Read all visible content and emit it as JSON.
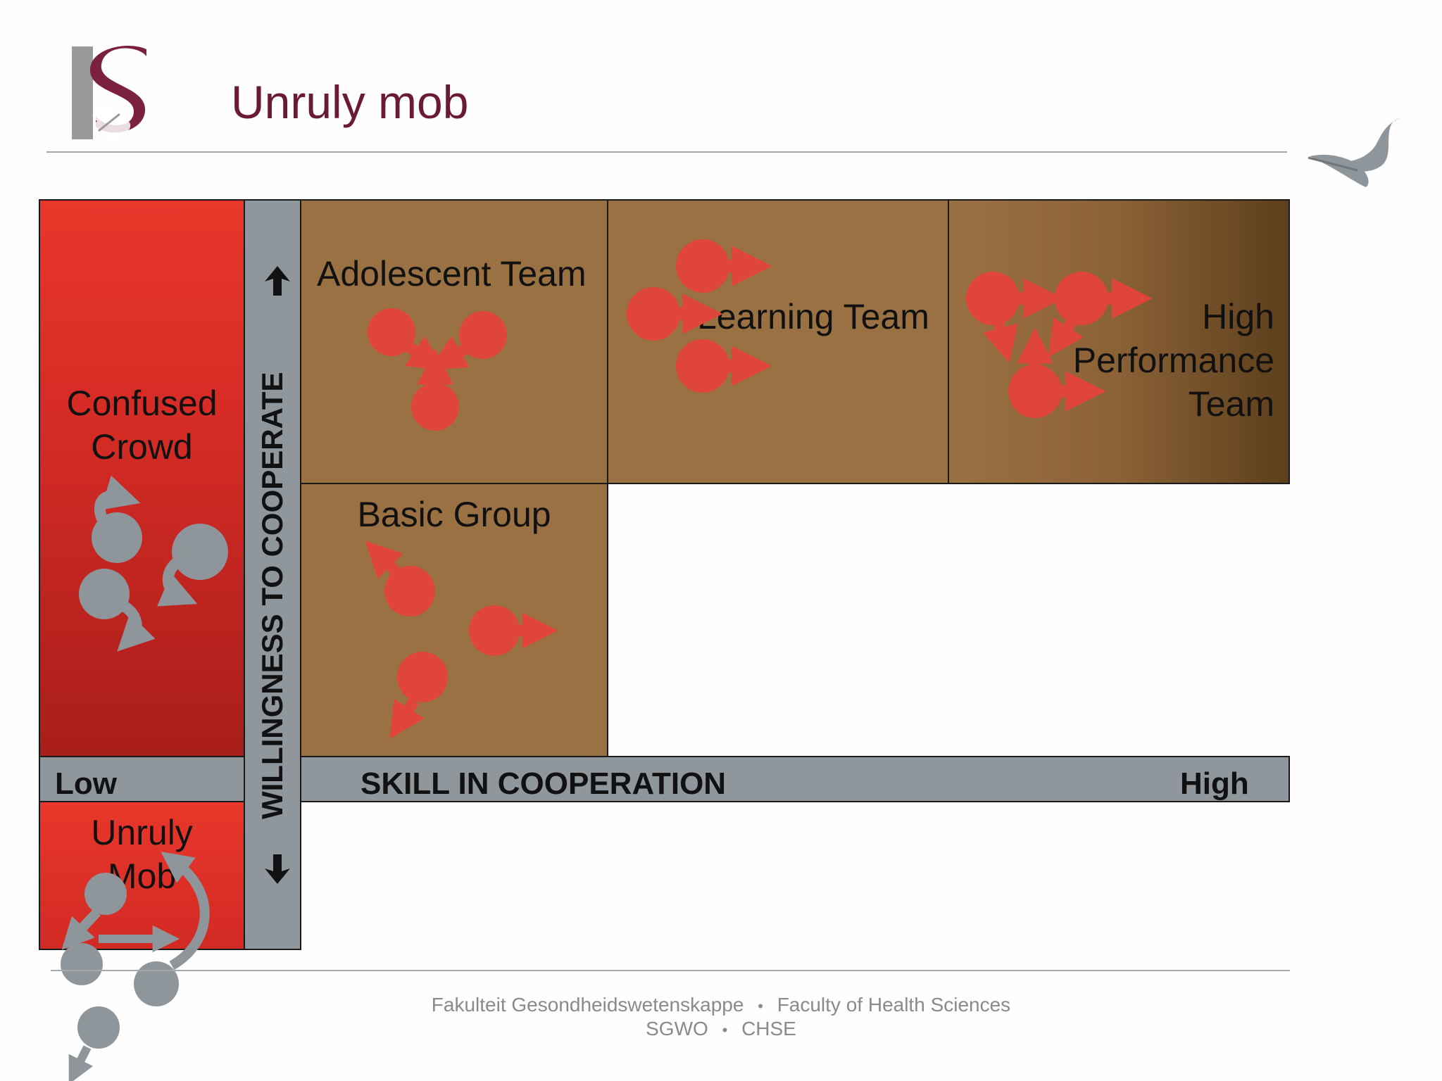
{
  "slide": {
    "title": "Unruly mob"
  },
  "matrix": {
    "confused_crowd": [
      "Confused",
      "Crowd"
    ],
    "unruly_mob": [
      "Unruly",
      "Mob"
    ],
    "adolescent_team": "Adolescent Team",
    "learning_team": "Learning Team",
    "high_performance_team": [
      "High",
      "Performance",
      "Team"
    ],
    "basic_group": "Basic Group",
    "low_label": "Low",
    "skill_axis_label": "SKILL IN COOPERATION",
    "high_label": "High",
    "willingness_axis_label": "WILLINGNESS TO COOPERATE"
  },
  "footer": {
    "line1_left": "Fakulteit Gesondheidswetenskappe",
    "line1_right": "Faculty of Health Sciences",
    "line2_left": "SGWO",
    "line2_right": "CHSE",
    "separator": "•"
  },
  "colors": {
    "title": "#6b1a35",
    "red_column": "#e8372b",
    "team_cell": "#9a7142",
    "axis_bar": "#8f979d",
    "figure_red": "#e0453a",
    "figure_grey": "#8e969c"
  },
  "icons": [
    "university-logo-icon",
    "leaf-icon",
    "arrow-up-icon",
    "arrow-down-icon",
    "team-figure-icon"
  ]
}
